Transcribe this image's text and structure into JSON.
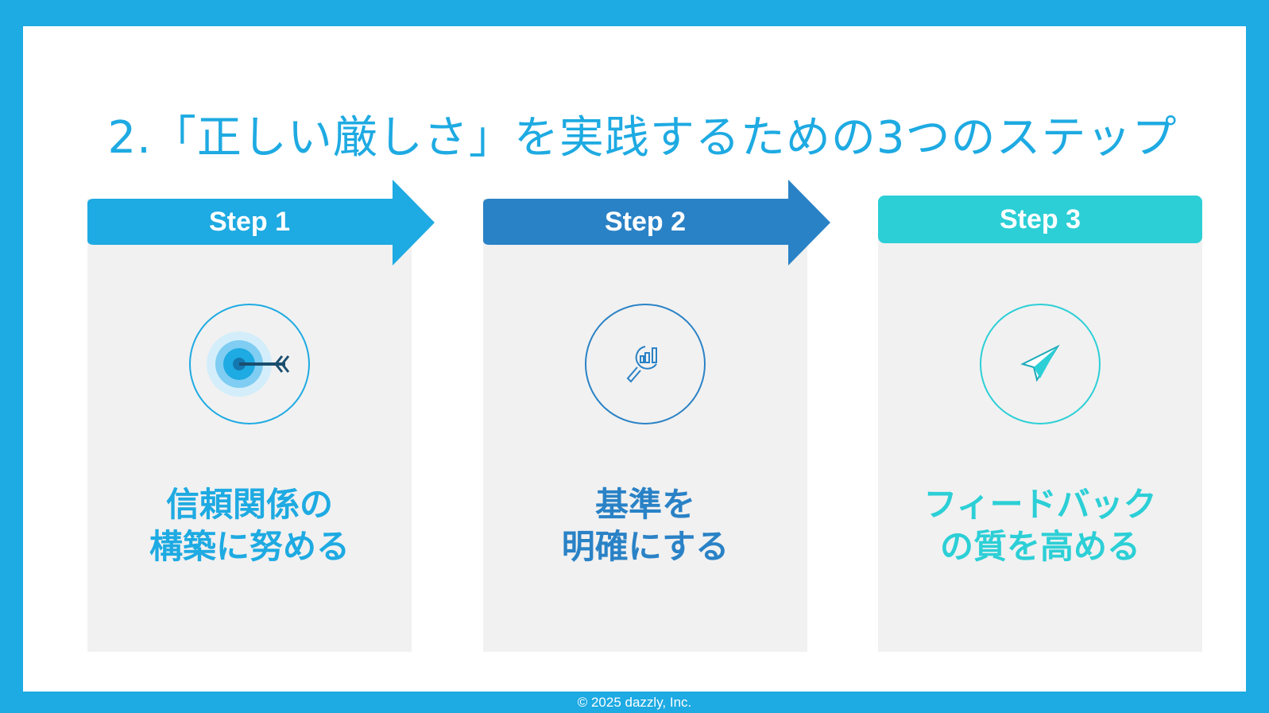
{
  "title": "2.「正しい厳しさ」を実践するための3つのステップ",
  "colors": {
    "step1": "#1eaae2",
    "step2": "#2a82c6",
    "step3": "#2ccfd6",
    "card": "#f1f1f1"
  },
  "steps": [
    {
      "label": "Step 1",
      "icon": "target-arrow-icon",
      "line1": "信頼関係の",
      "line2": "構築に努める"
    },
    {
      "label": "Step 2",
      "icon": "magnifier-chart-icon",
      "line1": "基準を",
      "line2": "明確にする"
    },
    {
      "label": "Step 3",
      "icon": "paper-plane-icon",
      "line1": "フィードバック",
      "line2": "の質を高める"
    }
  ],
  "footer": "© 2025 dazzly, Inc."
}
